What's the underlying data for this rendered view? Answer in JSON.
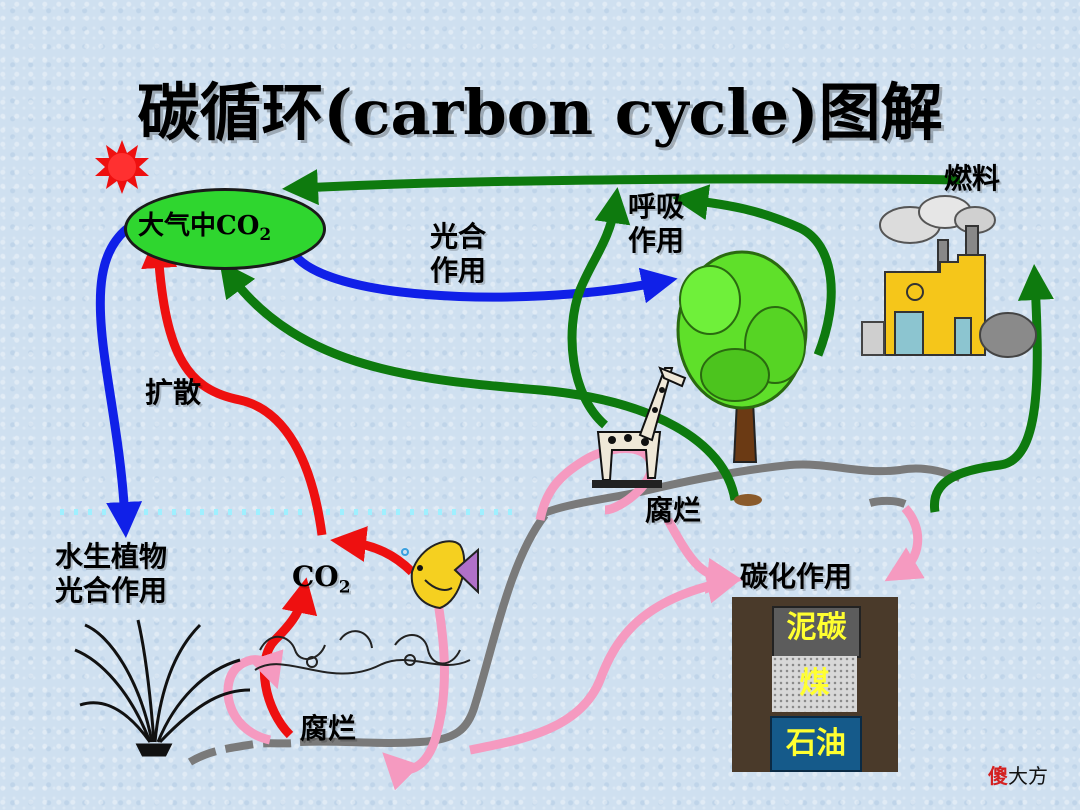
{
  "title": "碳循环(carbon cycle)图解",
  "labels": {
    "atmosphere_prefix": "大气中CO",
    "atmosphere_sub": "2",
    "photosynthesis_line1": "光合",
    "photosynthesis_line2": "作用",
    "respiration_line1": "呼吸",
    "respiration_line2": "作用",
    "fuel": "燃料",
    "diffusion": "扩散",
    "aquatic_line1": "水生植物",
    "aquatic_line2": "光合作用",
    "co2_prefix": "CO",
    "co2_sub": "2",
    "decay_land": "腐烂",
    "decay_water": "腐烂",
    "carbonization": "碳化作用"
  },
  "fossil_layers": {
    "peat": "泥碳",
    "coal": "煤",
    "oil": "石油"
  },
  "watermark": {
    "part1": "傻",
    "part2": "大方"
  },
  "colors": {
    "green_arrow": "#0e7a0e",
    "blue_arrow": "#1020e8",
    "red_arrow": "#ee1010",
    "pink_arrow": "#f59ac0",
    "gray_line": "#7a7a7a",
    "ellipse_fill": "#2fd62f",
    "sun": "#ee1010",
    "peat_box": "#5c5c5c",
    "coal_box": "#d8d8d8",
    "oil_box": "#155a8a",
    "layer_text": "#ffff30"
  },
  "icons": [
    "sun-icon",
    "factory-icon",
    "tree-icon",
    "giraffe-icon",
    "fish-icon",
    "aquatic-plant-icon",
    "seaweed-icon"
  ]
}
